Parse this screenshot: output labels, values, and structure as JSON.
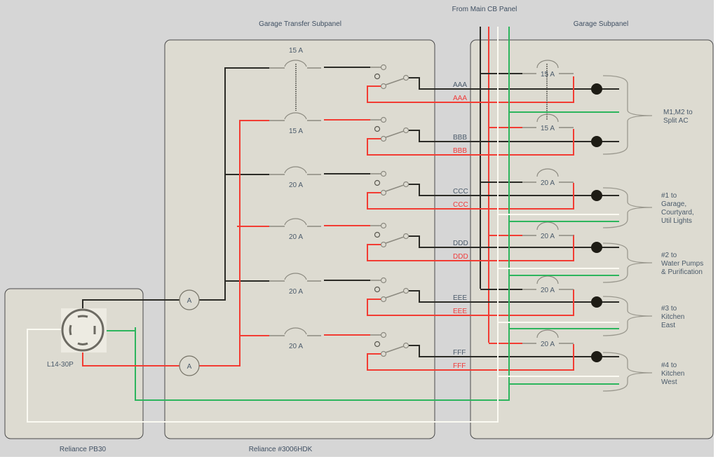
{
  "titles": {
    "from_main": "From Main CB Panel",
    "transfer_subpanel": "Garage Transfer Subpanel",
    "garage_subpanel": "Garage Subpanel",
    "inlet_box": "Reliance  PB30",
    "transfer_model": "Reliance #3006HDK"
  },
  "inlet": {
    "plug_label": "L14-30P",
    "meter_label": "A"
  },
  "transfer_breakers": [
    {
      "label": "15 A",
      "circuit": "AAA",
      "leg": "black",
      "tied_to_next": true
    },
    {
      "label": "15 A",
      "circuit": "BBB",
      "leg": "red",
      "tied_to_next": false
    },
    {
      "label": "20 A",
      "circuit": "CCC",
      "leg": "black",
      "tied_to_next": false
    },
    {
      "label": "20 A",
      "circuit": "DDD",
      "leg": "red",
      "tied_to_next": false
    },
    {
      "label": "20 A",
      "circuit": "EEE",
      "leg": "black",
      "tied_to_next": false
    },
    {
      "label": "20 A",
      "circuit": "FFF",
      "leg": "red",
      "tied_to_next": false
    }
  ],
  "subpanel_breakers": [
    {
      "label": "15 A",
      "leg": "black",
      "tied_to_next": true
    },
    {
      "label": "15 A",
      "leg": "red",
      "tied_to_next": false
    },
    {
      "label": "20 A",
      "leg": "black",
      "tied_to_next": false
    },
    {
      "label": "20 A",
      "leg": "red",
      "tied_to_next": false
    },
    {
      "label": "20 A",
      "leg": "black",
      "tied_to_next": false
    },
    {
      "label": "20 A",
      "leg": "red",
      "tied_to_next": false
    }
  ],
  "loads": [
    {
      "lines": [
        "M1,M2 to",
        "Split AC"
      ]
    },
    {
      "lines": [
        "#1 to",
        "Garage,",
        "Courtyard,",
        "Util Lights"
      ]
    },
    {
      "lines": [
        "#2 to",
        "Water Pumps",
        "& Purification"
      ]
    },
    {
      "lines": [
        "#3 to",
        "Kitchen",
        "East"
      ]
    },
    {
      "lines": [
        "#4 to",
        "Kitchen",
        "West"
      ]
    }
  ],
  "colors": {
    "background": "#d6d6d6",
    "panel_fill": "#dddbd1",
    "panel_stroke": "#4a4a4a",
    "hot_black": "#2b2b26",
    "hot_red": "#f23c33",
    "neutral": "#fbfaf2",
    "ground": "#2db55d",
    "symbol_gray": "#8c8a80",
    "label": "#4a5a6a"
  }
}
